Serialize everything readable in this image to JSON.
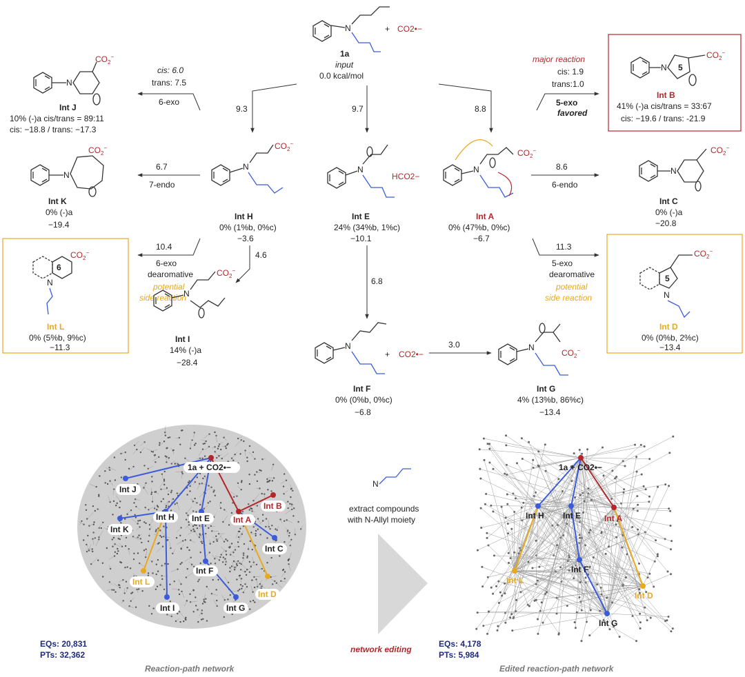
{
  "colors": {
    "red": "#b3262b",
    "gold": "#e8a91c",
    "blue": "#3b5bdb",
    "navy": "#1f2a7a"
  },
  "start": {
    "label": "1a",
    "plus": "+",
    "radical": "CO2•−",
    "subtitle": "input",
    "energy": "0.0 kcal/mol"
  },
  "barriers": {
    "to_H": "9.3",
    "to_E": "9.7",
    "to_A": "8.8",
    "H_to_K": "6.7",
    "H_to_I": "4.6",
    "E_to_F": "6.8",
    "F_to_G": "3.0",
    "A_to_C": "8.6",
    "A_to_D": "11.3",
    "H_to_L": "10.4"
  },
  "labels": {
    "j_arrow": [
      "cis: 6.0",
      "trans: 7.5",
      "6-exo"
    ],
    "b_arrow": [
      "major reaction",
      "cis: 1.9",
      "trans:1.0",
      "5-exo",
      "favored"
    ],
    "k_arrow": "7-endo",
    "c_arrow": "6-endo",
    "l_arrow": [
      "6-exo",
      "dearomative",
      "potential",
      "side reaction"
    ],
    "d_arrow": [
      "5-exo",
      "dearomative",
      "potential",
      "side reaction"
    ],
    "hco2": "HCO2−"
  },
  "intermediates": {
    "J": {
      "name": "Int J",
      "line1": "10% (-)a cis/trans = 89:11",
      "line2": "cis: −18.8 / trans: −17.3"
    },
    "K": {
      "name": "Int K",
      "line1": "0% (-)a",
      "line2": "−19.4"
    },
    "L": {
      "name": "Int L",
      "line1": "0% (5%b, 9%c)",
      "line2": "−11.3",
      "ring": "6"
    },
    "H": {
      "name": "Int H",
      "line1": "0% (1%b, 0%c)",
      "line2": "−3.6"
    },
    "E": {
      "name": "Int E",
      "line1": "24% (34%b, 1%c)",
      "line2": "−10.1"
    },
    "A": {
      "name": "Int A",
      "line1": "0% (47%b, 0%c)",
      "line2": "−6.7"
    },
    "I": {
      "name": "Int I",
      "line1": "14% (-)a",
      "line2": "−28.4"
    },
    "F": {
      "name": "Int F",
      "line1": "0% (0%b, 0%c)",
      "line2": "−6.8"
    },
    "G": {
      "name": "Int G",
      "line1": "4% (13%b, 86%c)",
      "line2": "−13.4"
    },
    "B": {
      "name": "Int B",
      "line1": "41% (-)a cis/trans = 33:67",
      "line2": "cis: −19.6 / trans: -21.9",
      "ring": "5"
    },
    "C": {
      "name": "Int C",
      "line1": "0% (-)a",
      "line2": "−20.8"
    },
    "D": {
      "name": "Int D",
      "line1": "0% (0%b, 2%c)",
      "line2": "−13.4",
      "ring": "5"
    }
  },
  "networks": {
    "left": {
      "caption": "Reaction-path network",
      "eqs": "EQs: 20,831",
      "pts": "PTs: 32,362",
      "nodes": {
        "top": "1a + CO2•−",
        "J": "Int J",
        "H": "Int H",
        "E": "Int E",
        "A": "Int A",
        "B": "Int B",
        "K": "Int K",
        "C": "Int C",
        "F": "Int F",
        "L": "Int L",
        "D": "Int D",
        "I": "Int I",
        "G": "Int G"
      }
    },
    "right": {
      "caption": "Edited reaction-path network",
      "eqs": "EQs: 4,178",
      "pts": "PTs: 5,984",
      "nodes": {
        "top": "1a + CO2•−",
        "H": "Int H",
        "E": "Int E",
        "A": "Int A",
        "F": "Int F",
        "L": "Int L",
        "D": "Int D",
        "G": "Int G"
      }
    }
  },
  "middle": {
    "extract1": "extract compounds",
    "extract2": "with N-Allyl moiety",
    "editing": "network editing"
  }
}
